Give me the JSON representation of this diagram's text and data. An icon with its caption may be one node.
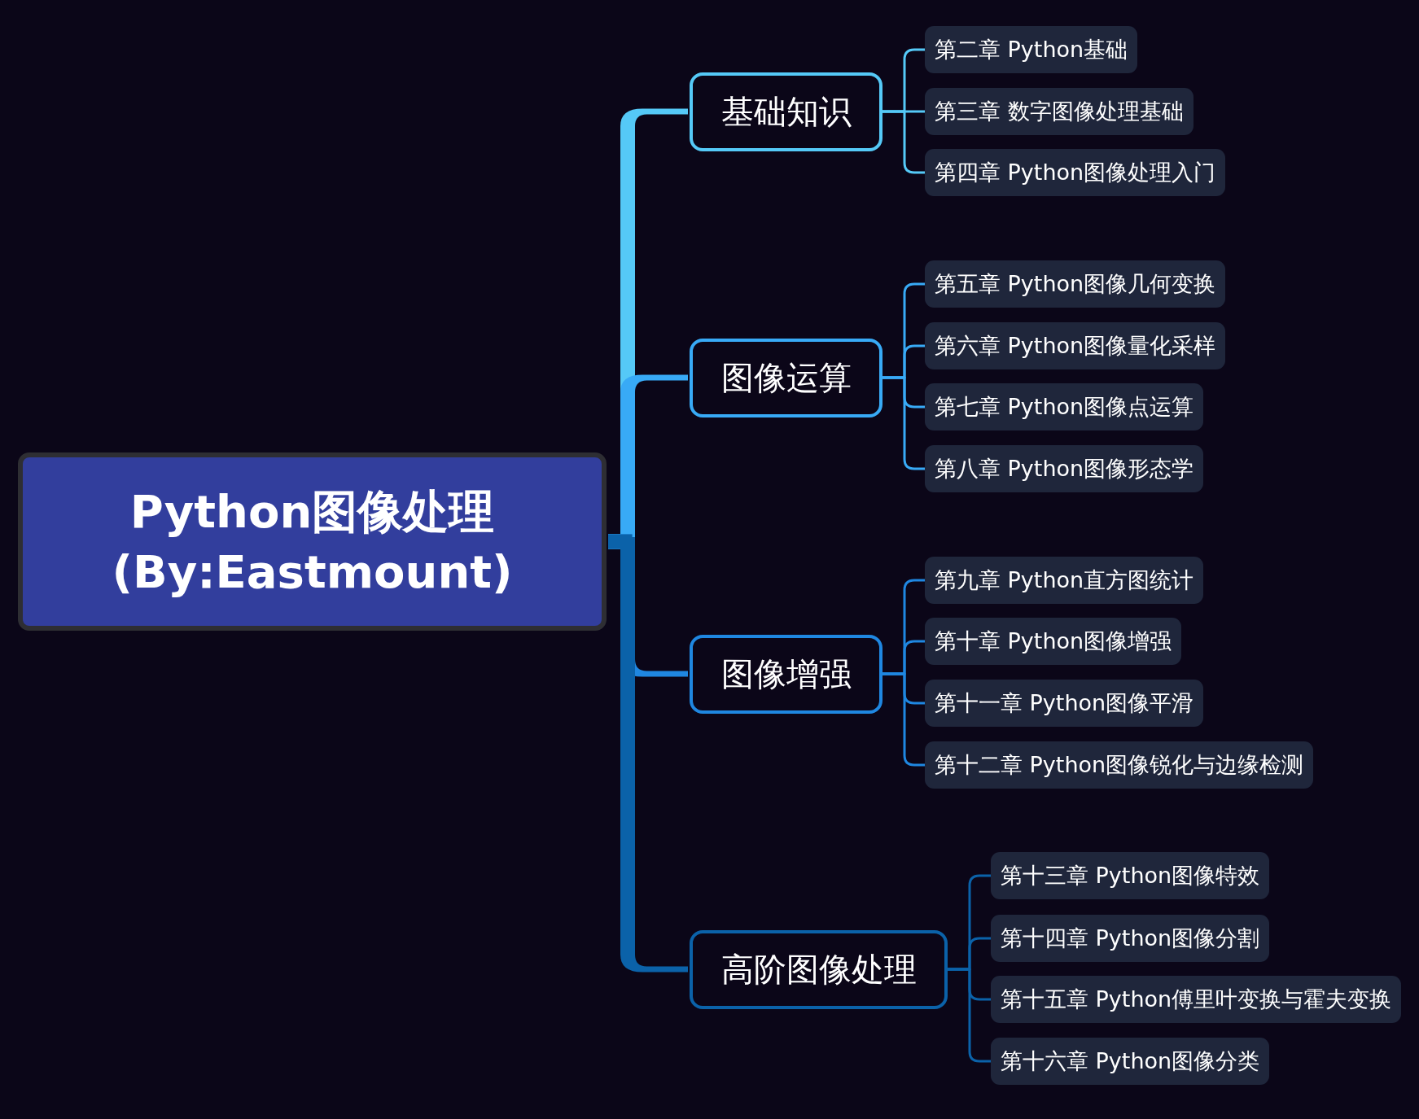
{
  "diagram": {
    "nodes": [
      {
        "text": [
          "Python图像处理 (By:Eastmount)"
        ]
      },
      {
        "text": [
          "基础知识"
        ]
      },
      {
        "text": [
          "第二章 Python基础"
        ]
      },
      {
        "text": [
          "第三章 数字图像处理基础"
        ]
      },
      {
        "text": [
          "第四章 Python图像处理入门"
        ]
      },
      {
        "text": [
          "图像运算"
        ]
      },
      {
        "text": [
          "第五章 Python图像几何变换"
        ]
      },
      {
        "text": [
          "第六章 Python图像量化采样"
        ]
      },
      {
        "text": [
          "第七章 Python图像点运算"
        ]
      },
      {
        "text": [
          "第八章 Python图像形态学"
        ]
      },
      {
        "text": [
          "图像增强"
        ]
      },
      {
        "text": [
          "第九章 Python直方图统计"
        ]
      },
      {
        "text": [
          "第十章 Python图像增强"
        ]
      },
      {
        "text": [
          "第十一章 Python图像平滑"
        ]
      },
      {
        "text": [
          "第十二章 Python图像锐化与边缘检测"
        ]
      },
      {
        "text": [
          "高阶图像处理"
        ]
      },
      {
        "text": [
          "第十三章 Python图像特效"
        ]
      },
      {
        "text": [
          "第十四章 Python图像分割"
        ]
      },
      {
        "text": [
          "第十五章 Python傅里叶变换与霍夫变换"
        ]
      },
      {
        "text": [
          "第十六章 Python图像分类"
        ]
      }
    ],
    "edges": [
      {
        "from": 0,
        "to": 1,
        "arrow": "none",
        "style": "thick",
        "color": "#55c9f7"
      },
      {
        "from": 0,
        "to": 5,
        "arrow": "none",
        "style": "thick",
        "color": "#38aaf6"
      },
      {
        "from": 0,
        "to": 10,
        "arrow": "none",
        "style": "thick",
        "color": "#1f87e1"
      },
      {
        "from": 0,
        "to": 15,
        "arrow": "none",
        "style": "thick",
        "color": "#0b62a9"
      },
      {
        "from": 1,
        "to": 2,
        "arrow": "none",
        "color": "#55c9f7"
      },
      {
        "from": 1,
        "to": 3,
        "arrow": "none",
        "color": "#55c9f7"
      },
      {
        "from": 1,
        "to": 4,
        "arrow": "none",
        "color": "#55c9f7"
      },
      {
        "from": 5,
        "to": 6,
        "arrow": "none",
        "color": "#38aaf6"
      },
      {
        "from": 5,
        "to": 7,
        "arrow": "none",
        "color": "#38aaf6"
      },
      {
        "from": 5,
        "to": 8,
        "arrow": "none",
        "color": "#38aaf6"
      },
      {
        "from": 5,
        "to": 9,
        "arrow": "none",
        "color": "#38aaf6"
      },
      {
        "from": 10,
        "to": 11,
        "arrow": "none",
        "color": "#1f87e1"
      },
      {
        "from": 10,
        "to": 12,
        "arrow": "none",
        "color": "#1f87e1"
      },
      {
        "from": 10,
        "to": 13,
        "arrow": "none",
        "color": "#1f87e1"
      },
      {
        "from": 10,
        "to": 14,
        "arrow": "none",
        "color": "#1f87e1"
      },
      {
        "from": 15,
        "to": 16,
        "arrow": "none",
        "color": "#0b62a9"
      },
      {
        "from": 15,
        "to": 17,
        "arrow": "none",
        "color": "#0b62a9"
      },
      {
        "from": 15,
        "to": 18,
        "arrow": "none",
        "color": "#0b62a9"
      },
      {
        "from": 15,
        "to": 19,
        "arrow": "none",
        "color": "#0b62a9"
      }
    ]
  }
}
